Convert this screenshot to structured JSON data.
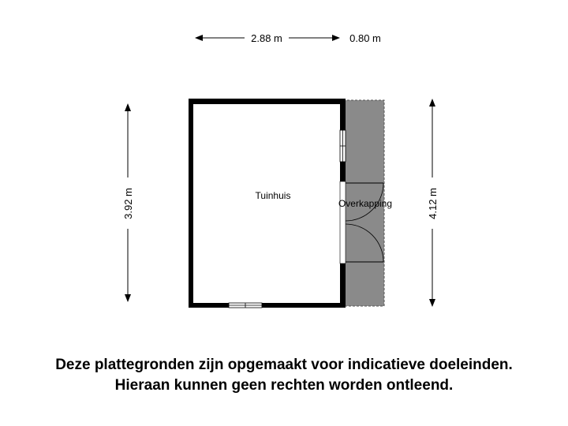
{
  "dimensions": {
    "top_width_main": "2.88 m",
    "top_width_canopy": "0.80 m",
    "left_height": "3.92 m",
    "right_height": "4.12 m"
  },
  "rooms": {
    "main": "Tuinhuis",
    "canopy": "Overkapping"
  },
  "disclaimer": {
    "line1": "Deze plattegronden zijn opgemaakt voor indicatieve doeleinden.",
    "line2": "Hieraan kunnen geen rechten worden ontleend."
  },
  "colors": {
    "wall": "#000000",
    "canopy_fill": "#8a8a8a",
    "background": "#ffffff"
  }
}
